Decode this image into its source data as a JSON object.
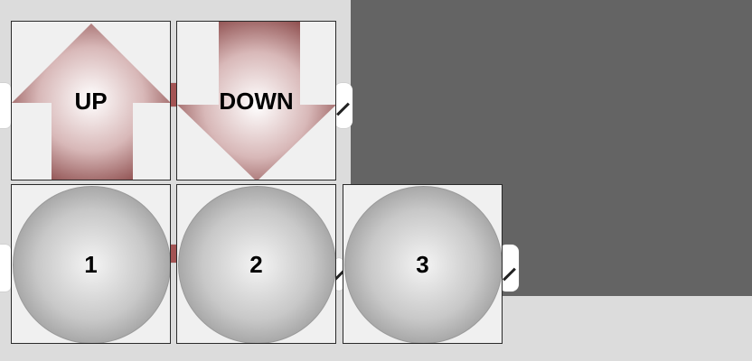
{
  "buttons": {
    "up": {
      "label": "UP"
    },
    "down": {
      "label": "DOWN"
    },
    "one": {
      "label": "1"
    },
    "two": {
      "label": "2"
    },
    "three": {
      "label": "3"
    }
  },
  "colors": {
    "background": "#dcdcdc",
    "panel": "#646464",
    "tile": "#f0f0f0",
    "arrow_edge": "#8b4a4a",
    "circle_edge": "#9a9a9a"
  }
}
